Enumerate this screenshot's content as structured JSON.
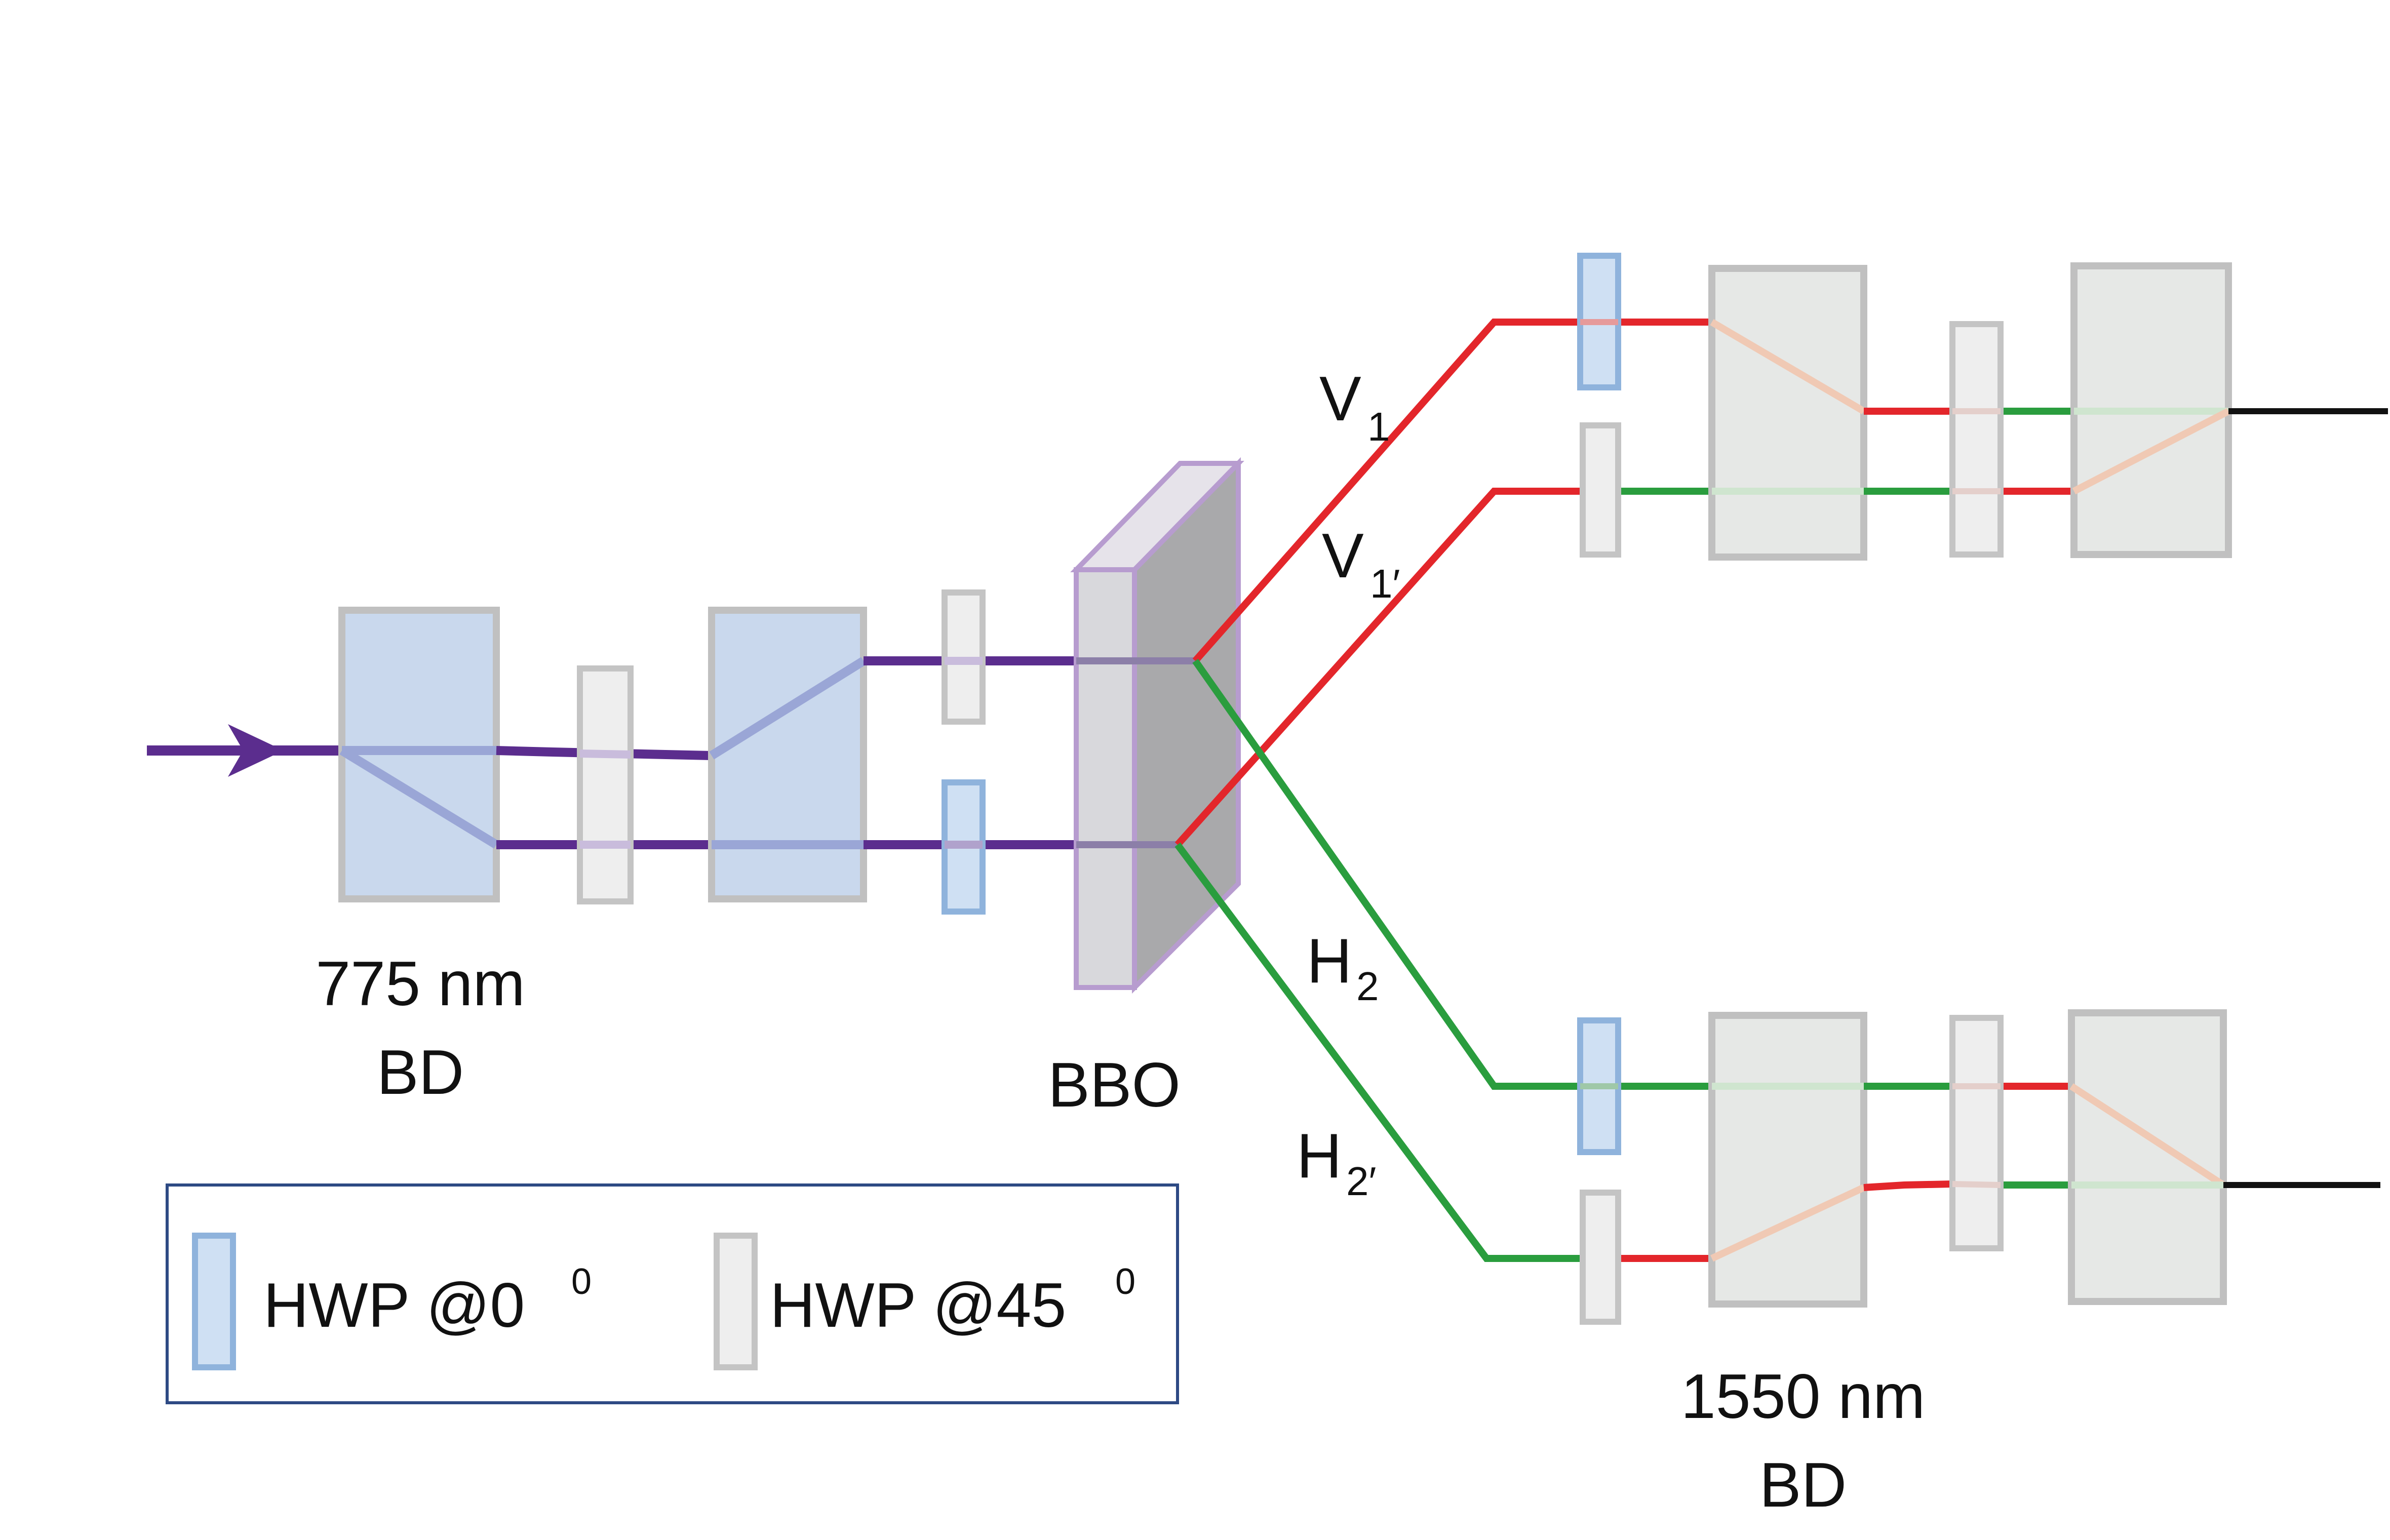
{
  "labels": {
    "bd775_line1": "775 nm",
    "bd775_line2": "BD",
    "bbo": "BBO",
    "bd1550_line1": "1550 nm",
    "bd1550_line2": "BD",
    "v1_main": "V",
    "v1_sub": "1",
    "v1p_main": "V",
    "v1p_sub": "1′",
    "h2_main": "H",
    "h2_sub": "2",
    "h2p_main": "H",
    "h2p_sub": "2′"
  },
  "legend": {
    "hwp0_label": "HWP @0",
    "hwp0_sup": "0",
    "hwp45_label": "HWP @45",
    "hwp45_sup": "0"
  },
  "colors": {
    "pump": "#5b2d8e",
    "red_path": "#e3262b",
    "green_path": "#2a9d3e",
    "output": "#111111",
    "bd_fill_775": "#c9d8ed",
    "bd_fill_1550": "#e6e8e6",
    "hwp0_fill": "#cfe0f3",
    "hwp0_stroke": "#8fb3dc",
    "hwp45_fill": "#eeeeee",
    "hwp45_stroke": "#c4c4c4",
    "bbo_front": "#d8d8dc",
    "bbo_side": "#a9a9ab",
    "bbo_stroke": "#b79ccf",
    "legend_border": "#2e4a84"
  }
}
